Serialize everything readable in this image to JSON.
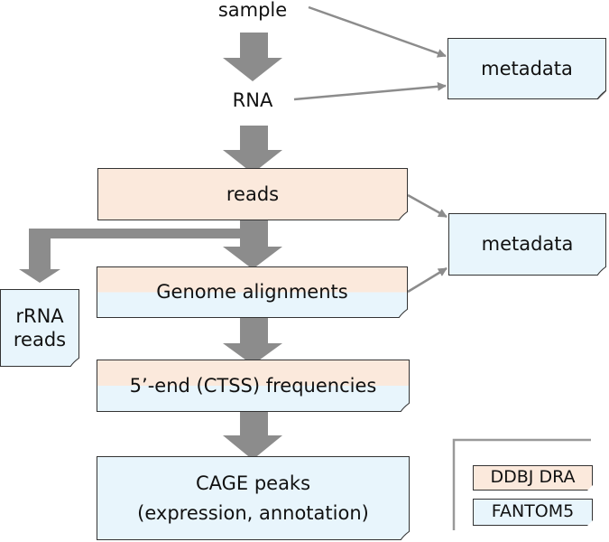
{
  "diagram": {
    "nodes": {
      "sample": "sample",
      "rna": "RNA",
      "metadata_1": "metadata",
      "reads": "reads",
      "metadata_2": "metadata",
      "genome_alignments": "Genome alignments",
      "rrna_reads_line1": "rRNA",
      "rrna_reads_line2": "reads",
      "ctss": "5’-end (CTSS) frequencies",
      "cage_line1": "CAGE peaks",
      "cage_line2": "(expression, annotation)"
    },
    "legend": {
      "ddbj": "DDBJ DRA",
      "fantom5": "FANTOM5"
    },
    "colors": {
      "ddbj": "#fbe9dc",
      "fantom5": "#e8f5fc",
      "arrow": "#8c8c8c",
      "border": "#333333"
    },
    "edges": [
      {
        "from": "sample",
        "to": "RNA",
        "style": "thick"
      },
      {
        "from": "RNA",
        "to": "reads",
        "style": "thick"
      },
      {
        "from": "reads",
        "to": "Genome alignments",
        "style": "thick"
      },
      {
        "from": "reads",
        "to": "rRNA reads",
        "style": "thick"
      },
      {
        "from": "Genome alignments",
        "to": "5’-end (CTSS) frequencies",
        "style": "thick"
      },
      {
        "from": "5’-end (CTSS) frequencies",
        "to": "CAGE peaks",
        "style": "thick"
      },
      {
        "from": "sample",
        "to": "metadata",
        "style": "thin"
      },
      {
        "from": "RNA",
        "to": "metadata",
        "style": "thin"
      },
      {
        "from": "reads",
        "to": "metadata",
        "style": "thin"
      },
      {
        "from": "Genome alignments",
        "to": "metadata",
        "style": "thin"
      }
    ]
  }
}
